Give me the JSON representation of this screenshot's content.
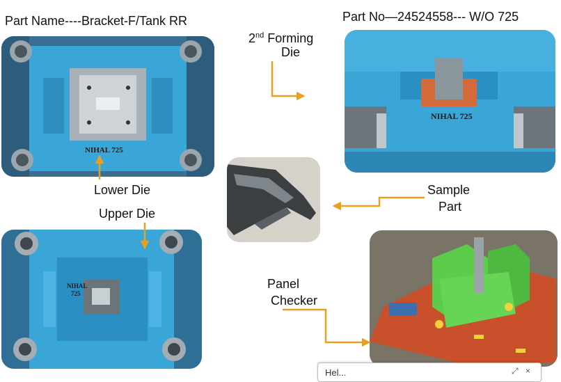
{
  "labels": {
    "part_name": "Part Name----Bracket-F/Tank RR",
    "part_no": "Part No—24524558---  W/O 725",
    "forming_2nd_sup": "nd",
    "forming_2": "2",
    "forming_rest": " Forming",
    "forming_die": "Die",
    "lower_die": "Lower Die",
    "upper_die": "Upper Die",
    "sample": "Sample",
    "part": "Part",
    "panel": "Panel",
    "checker": "Checker"
  },
  "die_captions": {
    "lower": "NIHAL   725",
    "forming": "NIHAL 725",
    "upper_line1": "NIHAL",
    "upper_line2": "725"
  },
  "popup": {
    "text": "Hel...",
    "expand_icon": "⤢",
    "close_icon": "×"
  },
  "colors": {
    "arrow": "#e8a020",
    "die_blue": "#3aa6d8",
    "checker_green": "#5ccc4a",
    "checker_base": "#c8502a"
  }
}
